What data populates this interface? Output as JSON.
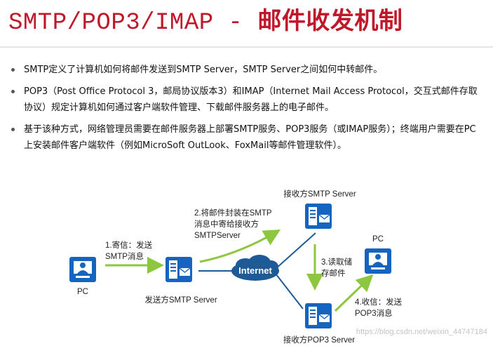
{
  "title": {
    "prefix": "SMTP/POP3/IMAP - ",
    "chinese": "邮件收发机制"
  },
  "bullets": [
    "SMTP定义了计算机如何将邮件发送到SMTP Server，SMTP Server之间如何中转邮件。",
    "POP3（Post Office Protocol 3，邮局协议版本3）和IMAP（Internet Mail Access Protocol，交互式邮件存取协议）规定计算机如何通过客户端软件管理、下载邮件服务器上的电子邮件。",
    "基于该种方式，网络管理员需要在邮件服务器上部署SMTP服务、POP3服务（或IMAP服务）；终端用户需要在PC上安装邮件客户端软件（例如MicroSoft OutLook、FoxMail等邮件管理软件）。"
  ],
  "diagram": {
    "pc_left_label": "PC",
    "pc_right_label": "PC",
    "send_server_label": "发送方SMTP Server",
    "recv_smtp_label": "接收方SMTP Server",
    "recv_pop3_label": "接收方POP3 Server",
    "internet_label": "Internet",
    "step1": [
      "1.寄信：发送",
      "SMTP消息"
    ],
    "step2": [
      "2.将邮件封装在SMTP",
      "消息中寄给接收方",
      "SMTPServer"
    ],
    "step3": [
      "3.读取储",
      "存邮件"
    ],
    "step4": [
      "4.收信：发送",
      "POP3消息"
    ],
    "watermark": "https://blog.csdn.net/weixin_44747184"
  },
  "colors": {
    "title": "#c0182a",
    "icon": "#1565c0",
    "arrow": "#8dc63f",
    "cloud": "#1e5a96"
  }
}
